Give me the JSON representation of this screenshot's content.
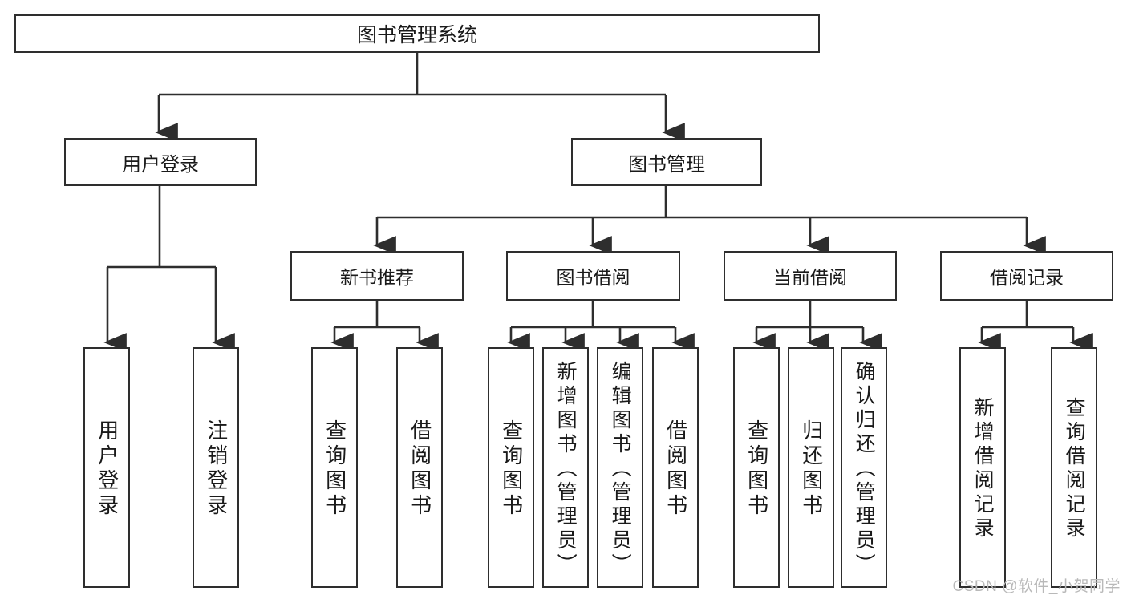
{
  "diagram": {
    "title": "图书管理系统",
    "type": "tree-hierarchy-diagram",
    "colors": {
      "stroke": "#2e2e2e",
      "background": "#ffffff",
      "text": "#1a1a1a",
      "watermark": "#b9b9b9"
    },
    "nodes": {
      "root": {
        "label": "图书管理系统"
      },
      "level1": [
        {
          "label": "用户登录"
        },
        {
          "label": "图书管理"
        }
      ],
      "level2": [
        {
          "label": "新书推荐"
        },
        {
          "label": "图书借阅"
        },
        {
          "label": "当前借阅"
        },
        {
          "label": "借阅记录"
        }
      ],
      "leaves": {
        "user_login": [
          {
            "label": "用户登录"
          },
          {
            "label": "注销登录"
          }
        ],
        "new_book_recommend": [
          {
            "label": "查询图书"
          },
          {
            "label": "借阅图书"
          }
        ],
        "book_borrow": [
          {
            "label": "查询图书"
          },
          {
            "label": "新增图书（管理员）"
          },
          {
            "label": "编辑图书（管理员）"
          },
          {
            "label": "借阅图书"
          }
        ],
        "current_borrow": [
          {
            "label": "查询图书"
          },
          {
            "label": "归还图书"
          },
          {
            "label": "确认归还（管理员）"
          }
        ],
        "borrow_record": [
          {
            "label": "新增借阅记录"
          },
          {
            "label": "查询借阅记录"
          }
        ]
      }
    }
  },
  "watermark": {
    "text": "CSDN @软件_小贺同学"
  }
}
